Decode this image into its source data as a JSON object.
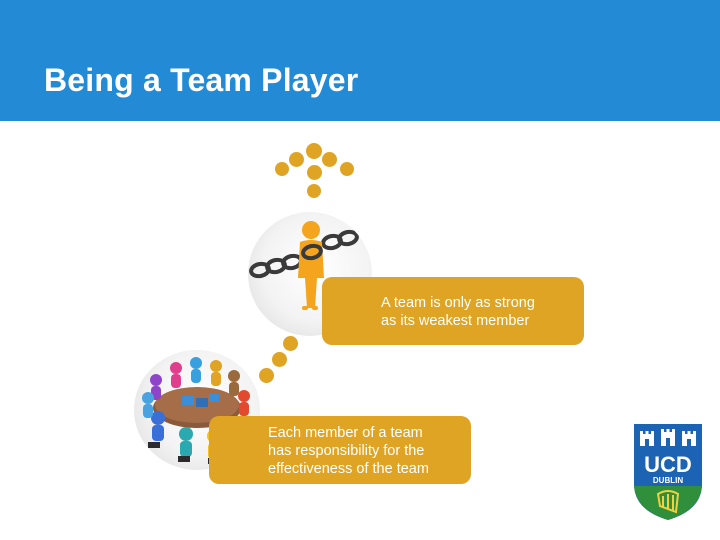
{
  "slide": {
    "title": "Being a Team Player"
  },
  "points": [
    {
      "text_lines": [
        "A team is only as strong",
        "as its weakest member"
      ]
    },
    {
      "text_lines": [
        "Each member of a team",
        "has responsibility for the",
        "effectiveness of the team"
      ]
    }
  ],
  "logo": {
    "letters": "UCD",
    "subtitle": "DUBLIN"
  },
  "colors": {
    "header": "#238bd6",
    "accent": "#e0a424",
    "logo_top": "#1d63b4",
    "logo_bottom": "#2f8f3a"
  },
  "icons": [
    "chain-person-illustration",
    "team-meeting-illustration",
    "ucd-crest-logo"
  ]
}
